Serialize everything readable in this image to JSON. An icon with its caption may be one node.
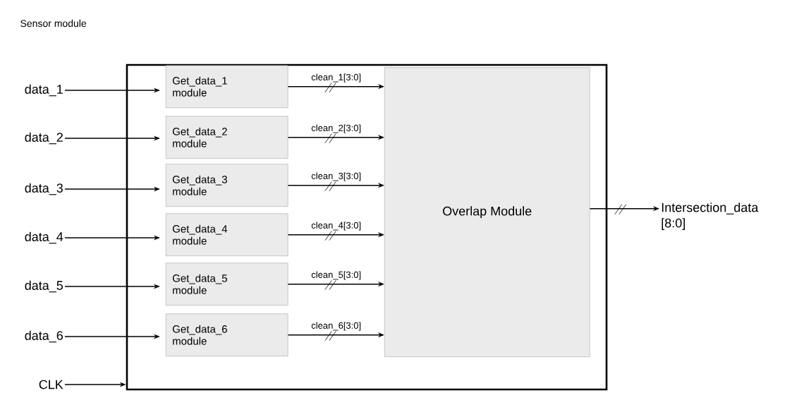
{
  "diagram": {
    "title": "Sensor module",
    "nodes": [
      {
        "text": [],
        "shape": "box"
      },
      {
        "text": [
          "data_1"
        ]
      },
      {
        "text": [
          "data_2"
        ]
      },
      {
        "text": [
          "data_3"
        ]
      },
      {
        "text": [
          "data_4"
        ]
      },
      {
        "text": [
          "data_5"
        ]
      },
      {
        "text": [
          "data_6"
        ]
      },
      {
        "text": [
          "CLK"
        ]
      },
      {
        "text": [
          "Get_data_1 module"
        ],
        "in": 0
      },
      {
        "text": [
          "Get_data_2 module"
        ],
        "in": 0
      },
      {
        "text": [
          "Get_data_3 module"
        ],
        "in": 0
      },
      {
        "text": [
          "Get_data_4 module"
        ],
        "in": 0
      },
      {
        "text": [
          "Get_data_5 module"
        ],
        "in": 0
      },
      {
        "text": [
          "Get_data_6 module"
        ],
        "in": 0
      },
      {
        "text": [
          "Overlap Module"
        ],
        "in": 0
      },
      {
        "text": [
          "Intersection_data [8:0]"
        ]
      }
    ],
    "edges": [
      {
        "from": 1,
        "to": 8,
        "arrow": "to"
      },
      {
        "from": 2,
        "to": 9,
        "arrow": "to"
      },
      {
        "from": 3,
        "to": 10,
        "arrow": "to"
      },
      {
        "from": 4,
        "to": 11,
        "arrow": "to"
      },
      {
        "from": 5,
        "to": 12,
        "arrow": "to"
      },
      {
        "from": 6,
        "to": 13,
        "arrow": "to"
      },
      {
        "from": 7,
        "to": 0,
        "arrow": "to"
      },
      {
        "from": 8,
        "to": 14,
        "arrow": "to",
        "label": "clean_1[3:0]"
      },
      {
        "from": 9,
        "to": 14,
        "arrow": "to",
        "label": "clean_2[3:0]"
      },
      {
        "from": 10,
        "to": 14,
        "arrow": "to",
        "label": "clean_3[3:0]"
      },
      {
        "from": 11,
        "to": 14,
        "arrow": "to",
        "label": "clean_4[3:0]"
      },
      {
        "from": 12,
        "to": 14,
        "arrow": "to",
        "label": "clean_5[3:0]"
      },
      {
        "from": 13,
        "to": 14,
        "arrow": "to",
        "label": "clean_6[3:0]"
      },
      {
        "from": 14,
        "to": 15,
        "arrow": "to"
      }
    ]
  }
}
